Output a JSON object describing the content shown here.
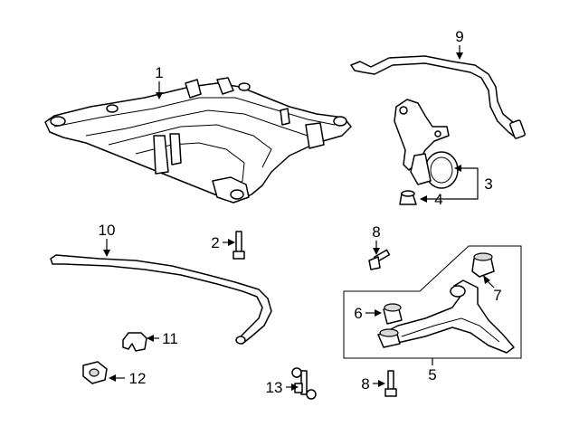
{
  "diagram": {
    "title": "Front Suspension Components",
    "callouts": {
      "c1": "1",
      "c2": "2",
      "c3": "3",
      "c4": "4",
      "c5": "5",
      "c6": "6",
      "c7": "7",
      "c8a": "8",
      "c8b": "8",
      "c9": "9",
      "c10": "10",
      "c11": "11",
      "c12": "12",
      "c13": "13"
    }
  },
  "colors": {
    "line": "#000000",
    "background": "#ffffff",
    "shade": "#d9d9d9"
  }
}
